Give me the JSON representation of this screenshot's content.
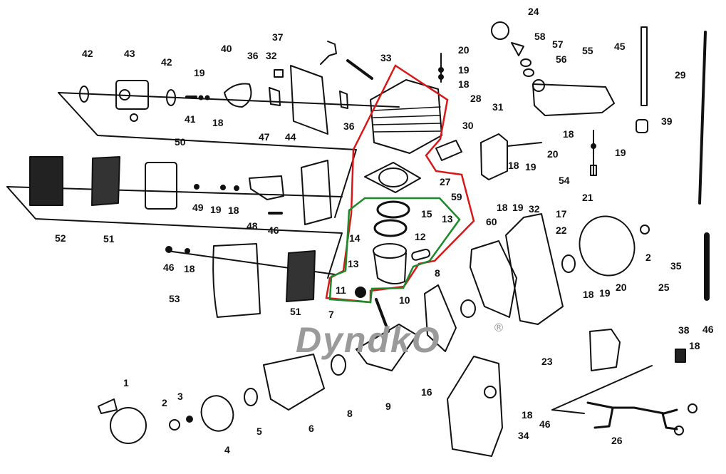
{
  "diagram": {
    "type": "exploded-parts-diagram",
    "watermark": "DyndkO",
    "watermark_mark": "®",
    "colors": {
      "line": "#111111",
      "cylinder_group_outline": "#d81818",
      "piston_group_outline": "#1a8a2a",
      "watermark": "#9a9a9a"
    },
    "groups": [
      {
        "id": "60",
        "outline": "red",
        "contains": [
          "28",
          "27",
          "59",
          "15",
          "14",
          "13",
          "12",
          "11"
        ]
      },
      {
        "id": "59",
        "outline": "green",
        "contains": [
          "15",
          "14",
          "13",
          "12",
          "11"
        ]
      }
    ],
    "callouts": [
      {
        "key": "c42a",
        "num": "42"
      },
      {
        "key": "c43",
        "num": "43"
      },
      {
        "key": "c42b",
        "num": "42"
      },
      {
        "key": "c40",
        "num": "40"
      },
      {
        "key": "c19a",
        "num": "19"
      },
      {
        "key": "c41",
        "num": "41"
      },
      {
        "key": "c18a",
        "num": "18"
      },
      {
        "key": "c36a",
        "num": "36"
      },
      {
        "key": "c32a",
        "num": "32"
      },
      {
        "key": "c37",
        "num": "37"
      },
      {
        "key": "c36b",
        "num": "36"
      },
      {
        "key": "c33",
        "num": "33"
      },
      {
        "key": "c20a",
        "num": "20"
      },
      {
        "key": "c19b",
        "num": "19"
      },
      {
        "key": "c18b",
        "num": "18"
      },
      {
        "key": "c28",
        "num": "28"
      },
      {
        "key": "c24",
        "num": "24"
      },
      {
        "key": "c58",
        "num": "58"
      },
      {
        "key": "c57",
        "num": "57"
      },
      {
        "key": "c56",
        "num": "56"
      },
      {
        "key": "c55",
        "num": "55"
      },
      {
        "key": "c45",
        "num": "45"
      },
      {
        "key": "c39",
        "num": "39"
      },
      {
        "key": "c29",
        "num": "29"
      },
      {
        "key": "c50",
        "num": "50"
      },
      {
        "key": "c47",
        "num": "47"
      },
      {
        "key": "c44",
        "num": "44"
      },
      {
        "key": "c30",
        "num": "30"
      },
      {
        "key": "c31",
        "num": "31"
      },
      {
        "key": "c20b",
        "num": "20"
      },
      {
        "key": "c18c",
        "num": "18"
      },
      {
        "key": "c19c",
        "num": "19"
      },
      {
        "key": "c18d",
        "num": "18"
      },
      {
        "key": "c19d",
        "num": "19"
      },
      {
        "key": "c54",
        "num": "54"
      },
      {
        "key": "c27",
        "num": "27"
      },
      {
        "key": "c49",
        "num": "49"
      },
      {
        "key": "c19e",
        "num": "19"
      },
      {
        "key": "c18e",
        "num": "18"
      },
      {
        "key": "c48",
        "num": "48"
      },
      {
        "key": "c46a",
        "num": "46"
      },
      {
        "key": "c52",
        "num": "52"
      },
      {
        "key": "c51a",
        "num": "51"
      },
      {
        "key": "c59",
        "num": "59"
      },
      {
        "key": "c15",
        "num": "15"
      },
      {
        "key": "c13a",
        "num": "13"
      },
      {
        "key": "c12",
        "num": "12"
      },
      {
        "key": "c14",
        "num": "14"
      },
      {
        "key": "c13b",
        "num": "13"
      },
      {
        "key": "c11",
        "num": "11"
      },
      {
        "key": "c60",
        "num": "60"
      },
      {
        "key": "c18f",
        "num": "18"
      },
      {
        "key": "c19f",
        "num": "19"
      },
      {
        "key": "c32b",
        "num": "32"
      },
      {
        "key": "c17",
        "num": "17"
      },
      {
        "key": "c21",
        "num": "21"
      },
      {
        "key": "c22",
        "num": "22"
      },
      {
        "key": "c2a",
        "num": "2"
      },
      {
        "key": "c35",
        "num": "35"
      },
      {
        "key": "c46b",
        "num": "46"
      },
      {
        "key": "c18g",
        "num": "18"
      },
      {
        "key": "c53",
        "num": "53"
      },
      {
        "key": "c51b",
        "num": "51"
      },
      {
        "key": "c8a",
        "num": "8"
      },
      {
        "key": "c10",
        "num": "10"
      },
      {
        "key": "c18h",
        "num": "18"
      },
      {
        "key": "c19g",
        "num": "19"
      },
      {
        "key": "c20c",
        "num": "20"
      },
      {
        "key": "c25",
        "num": "25"
      },
      {
        "key": "c7",
        "num": "7"
      },
      {
        "key": "c23",
        "num": "23"
      },
      {
        "key": "c38",
        "num": "38"
      },
      {
        "key": "c18i",
        "num": "18"
      },
      {
        "key": "c46c",
        "num": "46"
      },
      {
        "key": "c1",
        "num": "1"
      },
      {
        "key": "c2b",
        "num": "2"
      },
      {
        "key": "c3",
        "num": "3"
      },
      {
        "key": "c4",
        "num": "4"
      },
      {
        "key": "c5",
        "num": "5"
      },
      {
        "key": "c6",
        "num": "6"
      },
      {
        "key": "c8b",
        "num": "8"
      },
      {
        "key": "c9",
        "num": "9"
      },
      {
        "key": "c16",
        "num": "16"
      },
      {
        "key": "c18j",
        "num": "18"
      },
      {
        "key": "c46d",
        "num": "46"
      },
      {
        "key": "c34",
        "num": "34"
      },
      {
        "key": "c26",
        "num": "26"
      }
    ]
  }
}
